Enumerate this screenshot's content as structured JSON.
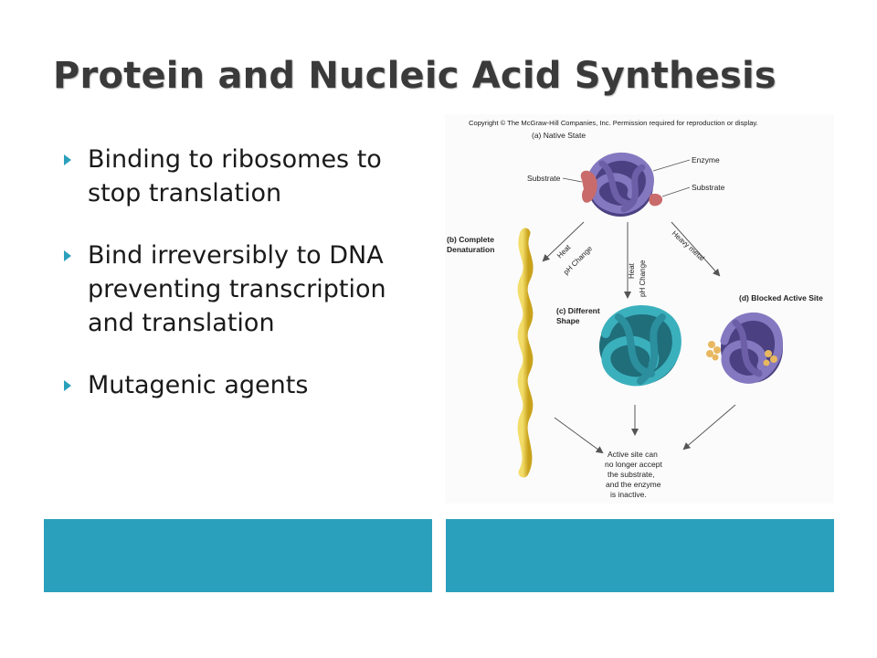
{
  "slide": {
    "title": "Protein and Nucleic Acid Synthesis",
    "bullets": [
      {
        "text": "Binding to ribosomes to stop translation"
      },
      {
        "text": "Bind irreversibly to DNA preventing transcription and translation"
      },
      {
        "text": "Mutagenic agents"
      }
    ]
  },
  "figure": {
    "copyright": "Copyright © The McGraw-Hill Companies, Inc. Permission required for reproduction or display.",
    "native_state": "(a) Native State",
    "enzyme": "Enzyme",
    "substrate_left": "Substrate",
    "substrate_right": "Substrate",
    "complete": "(b) Complete",
    "denaturation": "Denaturation",
    "heat_left": "Heat",
    "ph_left": "pH Change",
    "heat_mid": "Heat",
    "ph_mid": "pH Change",
    "heavy_metal": "Heavy metal",
    "different": "(c) Different",
    "shape": "Shape",
    "blocked": "(d) Blocked Active Site",
    "active_1": "Active site can",
    "active_2": "no longer accept",
    "active_3": "the substrate,",
    "active_4": "and the enzyme",
    "active_5": "is inactive."
  },
  "colors": {
    "accent": "#2ba0bc",
    "title": "#3a3a3a",
    "enzyme_purple": "#5a4f8e",
    "teal_shape": "#2b8f9e",
    "yellow_chain": "#e6c532",
    "substrate_red": "#c96b6b"
  }
}
